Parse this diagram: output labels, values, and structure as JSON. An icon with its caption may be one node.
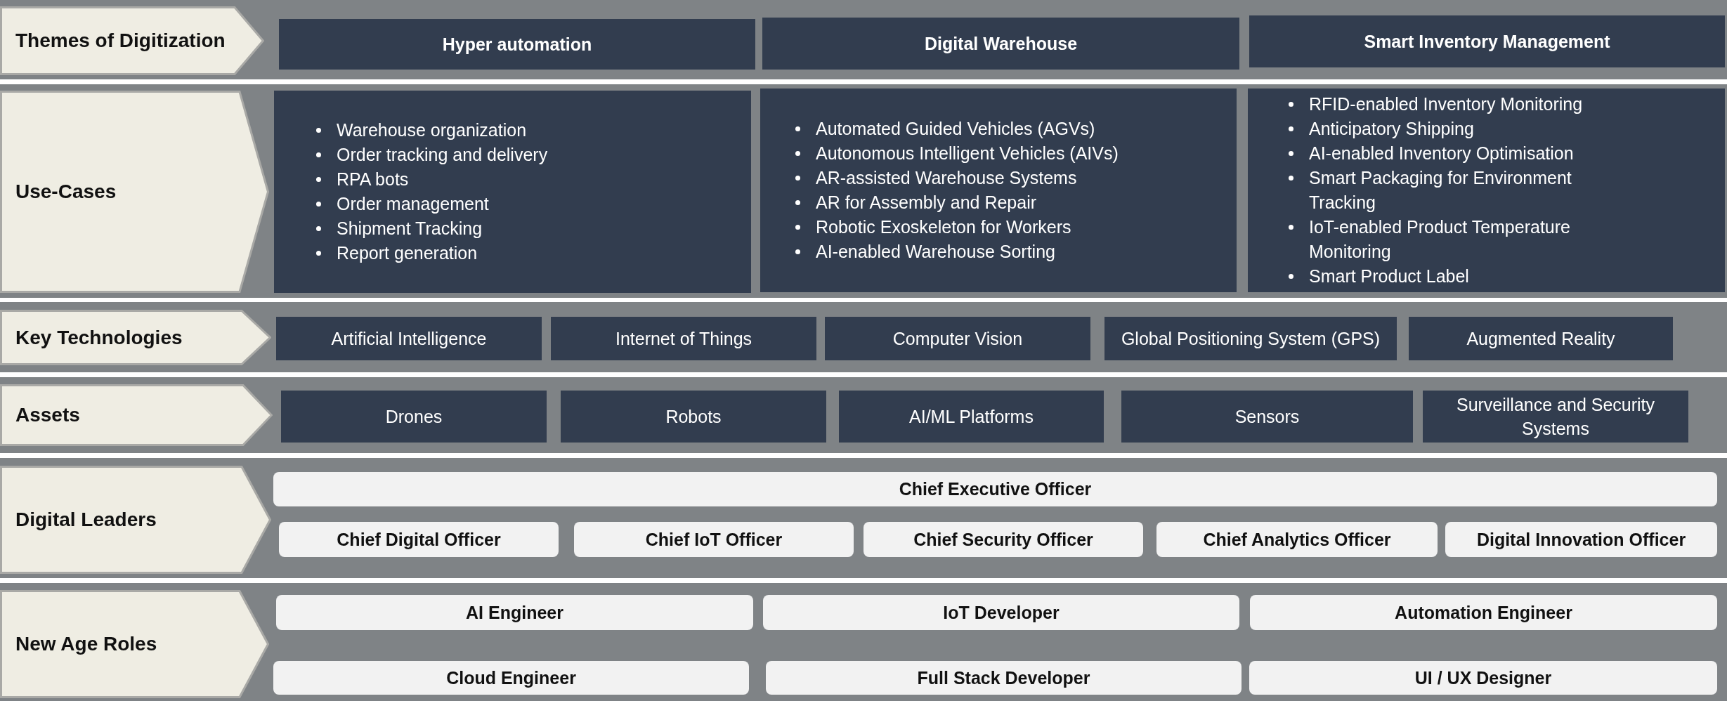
{
  "diagram": {
    "nodes": [
      {
        "text": [
          "Themes of Digitization"
        ]
      },
      {
        "text": [
          "Hyper automation"
        ]
      },
      {
        "text": [
          "Digital Warehouse"
        ]
      },
      {
        "text": [
          "Smart Inventory Management"
        ]
      },
      {
        "text": [
          "Use-Cases"
        ]
      },
      {
        "text": [
          "Warehouse organization",
          "Order tracking and delivery",
          "RPA bots",
          "Order management",
          "Shipment Tracking",
          "Report generation"
        ]
      },
      {
        "text": [
          "Automated Guided Vehicles (AGVs)",
          "Autonomous Intelligent Vehicles (AIVs)",
          "AR-assisted Warehouse Systems",
          "AR for Assembly and Repair",
          "Robotic Exoskeleton for Workers",
          "AI-enabled Warehouse Sorting"
        ]
      },
      {
        "text": [
          "RFID-enabled Inventory Monitoring",
          "Anticipatory Shipping",
          "AI-enabled Inventory Optimisation",
          "Smart Packaging for Environment Tracking",
          "IoT-enabled Product Temperature Monitoring",
          "Smart Product Label"
        ]
      },
      {
        "text": [
          "Key Technologies"
        ]
      },
      {
        "text": [
          "Artificial Intelligence"
        ]
      },
      {
        "text": [
          "Internet of Things"
        ]
      },
      {
        "text": [
          "Computer Vision"
        ]
      },
      {
        "text": [
          "Global Positioning System (GPS)"
        ]
      },
      {
        "text": [
          "Augmented Reality"
        ]
      },
      {
        "text": [
          "Assets"
        ]
      },
      {
        "text": [
          "Drones"
        ]
      },
      {
        "text": [
          "Robots"
        ]
      },
      {
        "text": [
          "AI/ML Platforms"
        ]
      },
      {
        "text": [
          "Sensors"
        ]
      },
      {
        "text": [
          "Surveillance and Security Systems"
        ]
      },
      {
        "text": [
          "Digital Leaders"
        ]
      },
      {
        "text": [
          "Chief Executive Officer"
        ]
      },
      {
        "text": [
          "Chief Digital Officer"
        ]
      },
      {
        "text": [
          "Chief IoT Officer"
        ]
      },
      {
        "text": [
          "Chief Security Officer"
        ]
      },
      {
        "text": [
          "Chief Analytics Officer"
        ]
      },
      {
        "text": [
          "Digital Innovation Officer"
        ]
      },
      {
        "text": [
          "New Age Roles"
        ]
      },
      {
        "text": [
          "AI Engineer"
        ]
      },
      {
        "text": [
          "IoT Developer"
        ]
      },
      {
        "text": [
          "Automation Engineer"
        ]
      },
      {
        "text": [
          "Cloud Engineer"
        ]
      },
      {
        "text": [
          "Full Stack Developer"
        ]
      },
      {
        "text": [
          "UI / UX Designer"
        ]
      }
    ]
  }
}
